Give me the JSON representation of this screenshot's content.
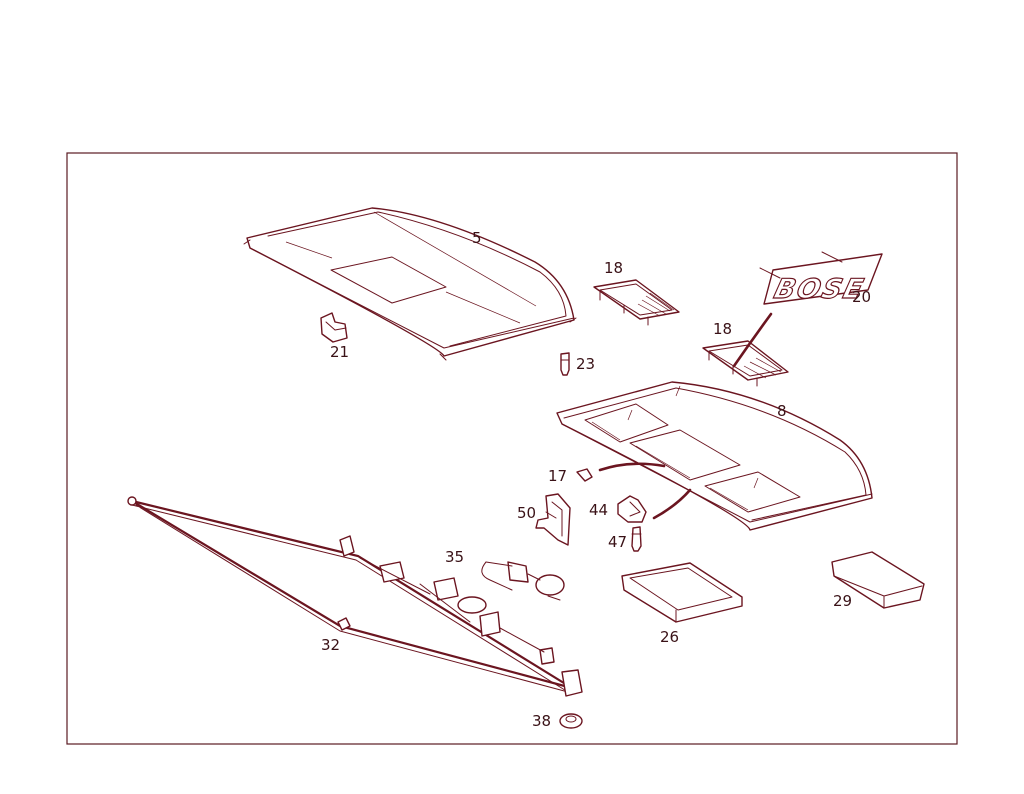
{
  "callouts": {
    "c5": "5",
    "c18a": "18",
    "c20": "20",
    "c21": "21",
    "c18b": "18",
    "c23": "23",
    "c8": "8",
    "c17": "17",
    "c50": "50",
    "c44": "44",
    "c47": "47",
    "c35": "35",
    "c29": "29",
    "c26": "26",
    "c32": "32",
    "c38": "38"
  },
  "logo_text": "BOSE",
  "colors": {
    "line": "#6b1520",
    "frame": "#5a1a22",
    "label": "#3a1217"
  }
}
